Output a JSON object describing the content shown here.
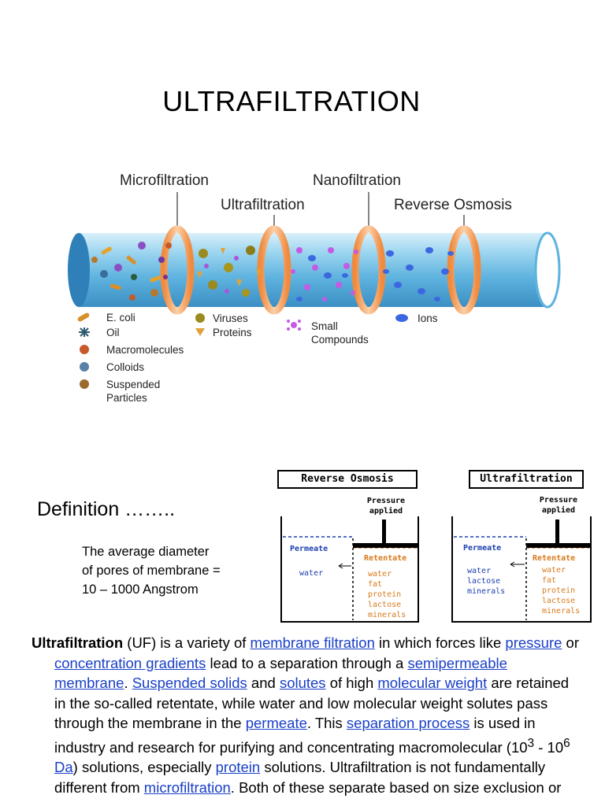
{
  "title": "ULTRAFILTRATION",
  "pipe_diagram": {
    "stage_labels": {
      "microfiltration": "Microfiltration",
      "ultrafiltration": "Ultrafiltration",
      "nanofiltration": "Nanofiltration",
      "reverse_osmosis": "Reverse Osmosis"
    },
    "legend": {
      "ecoli": "E. coli",
      "oil": "Oil",
      "macromolecules": "Macromolecules",
      "colloids": "Colloids",
      "suspended_1": "Suspended",
      "suspended_2": "Particles",
      "viruses": "Viruses",
      "proteins": "Proteins",
      "small_1": "Small",
      "small_2": "Compounds",
      "ions": "Ions"
    }
  },
  "definition": {
    "heading": "Definition ……..",
    "line1": "The average diameter",
    "line2": "of pores of membrane =",
    "line3": "10 – 1000 Angstrom"
  },
  "ro_box": {
    "title": "Reverse Osmosis",
    "pressure_1": "Pressure",
    "pressure_2": "applied",
    "permeate": "Permeate",
    "retentate": "Retentate",
    "permeate_items": [
      "water"
    ],
    "retentate_items": [
      "water",
      "fat",
      "protein",
      "lactose",
      "minerals"
    ]
  },
  "uf_box": {
    "title": "Ultrafiltration",
    "pressure_1": "Pressure",
    "pressure_2": "applied",
    "permeate": "Permeate",
    "retentate": "Retentate",
    "permeate_items": [
      "water",
      "lactose",
      "minerals"
    ],
    "retentate_items": [
      "water",
      "fat",
      "protein",
      "lactose",
      "minerals"
    ]
  },
  "paragraph": {
    "term": "Ultrafiltration",
    "t1": " (UF) is a variety of ",
    "l1": "membrane filtration",
    "t2": " in which forces like ",
    "l2": "pressure",
    "t3": " or ",
    "l3": "concentration gradients",
    "t4": " lead to a separation through a ",
    "l4": "semipermeable membrane",
    "t5": ". ",
    "l5": "Suspended solids",
    "t6": " and ",
    "l6": "solutes",
    "t7": " of high ",
    "l7": "molecular weight",
    "t8": " are retained in the so-called retentate, while water and low molecular weight solutes pass through the membrane in the ",
    "l8": "permeate",
    "t9": ". This ",
    "l9": "separation process",
    "t10": " is used in industry and research for purifying and concentrating macromolecular (10",
    "sup1": "3",
    "t11": " - 10",
    "sup2": "6",
    "t12": " ",
    "l10": "Da",
    "t13": ") solutions, especially ",
    "l11": "protein",
    "t14": " solutions. Ultrafiltration is not fundamentally different from ",
    "l12": "microfiltration",
    "t15": ". Both of these separate based on size exclusion or"
  },
  "colors": {
    "link": "#1a40c8",
    "pipe": "#7fc3e6",
    "ring": "#f4a86a",
    "permeate_blue": "#1c3fb0",
    "retentate_orange": "#d9791a"
  }
}
